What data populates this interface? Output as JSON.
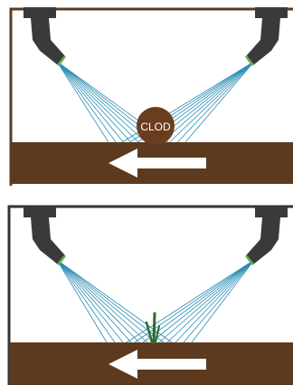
{
  "panels": [
    {
      "id": "top",
      "frame_color": "#5a3b22",
      "soil_color": "#5d3a1e",
      "object": {
        "kind": "clod",
        "label": "CLOD",
        "color": "#6b3d1f"
      },
      "arrow": {
        "direction": "left",
        "color": "#ffffff"
      }
    },
    {
      "id": "bottom",
      "frame_color": "#333333",
      "soil_color": "#5d3a1e",
      "object": {
        "kind": "weed",
        "color": "#2f6b2a"
      },
      "arrow": {
        "direction": "left",
        "color": "#ffffff"
      }
    }
  ],
  "spray_color": "#2a8db5",
  "nozzle_color": "#3a3a3a",
  "nozzle_tip_color": "#6aa84f"
}
